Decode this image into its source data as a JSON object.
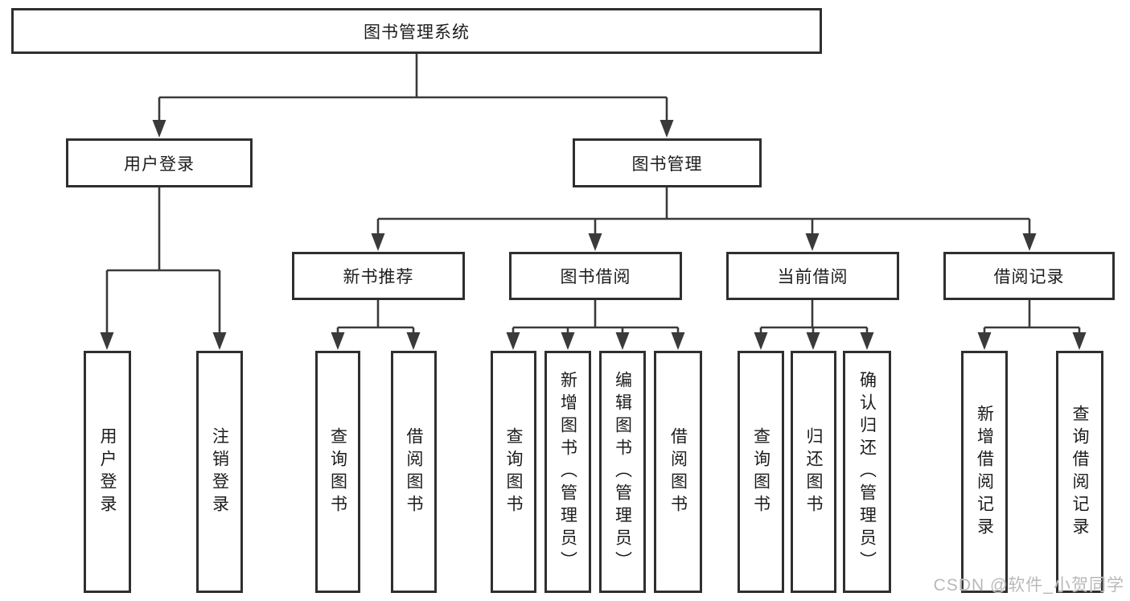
{
  "diagram_type": "functional-structure-tree",
  "colors": {
    "background": "#ffffff",
    "box_border": "#2f2f2f",
    "connector_line": "#3a3a3a",
    "text": "#1c1c1c",
    "watermark": "#b9b9b9"
  },
  "tree": {
    "root": {
      "label": "图书管理系统",
      "children": [
        {
          "label": "用户登录",
          "children": [
            {
              "label": "用户登录"
            },
            {
              "label": "注销登录"
            }
          ]
        },
        {
          "label": "图书管理",
          "children": [
            {
              "label": "新书推荐",
              "children": [
                {
                  "label": "查询图书"
                },
                {
                  "label": "借阅图书"
                }
              ]
            },
            {
              "label": "图书借阅",
              "children": [
                {
                  "label": "查询图书"
                },
                {
                  "label": "新增图书（管理员）"
                },
                {
                  "label": "编辑图书（管理员）"
                },
                {
                  "label": "借阅图书"
                }
              ]
            },
            {
              "label": "当前借阅",
              "children": [
                {
                  "label": "查询图书"
                },
                {
                  "label": "归还图书"
                },
                {
                  "label": "确认归还（管理员）"
                }
              ]
            },
            {
              "label": "借阅记录",
              "children": [
                {
                  "label": "新增借阅记录"
                },
                {
                  "label": "查询借阅记录"
                }
              ]
            }
          ]
        }
      ]
    }
  },
  "watermark": {
    "text": "CSDN @软件_小贺同学"
  }
}
